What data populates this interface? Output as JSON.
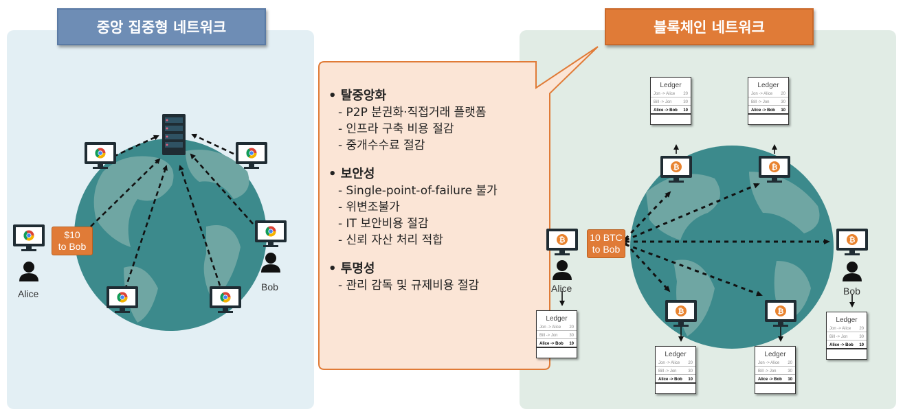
{
  "left": {
    "title": "중앙 집중형 네트워크",
    "alice_label": "Alice",
    "bob_label": "Bob",
    "payment_tag": [
      "$10",
      "to Bob"
    ]
  },
  "right": {
    "title": "블록체인 네트워크",
    "alice_label": "Alice",
    "bob_label": "Bob",
    "payment_tag": [
      "10 BTC",
      "to Bob"
    ],
    "ledger": {
      "title": "Ledger",
      "rows": [
        {
          "text": "Jon -> Alice",
          "amount": "20"
        },
        {
          "text": "Bill -> Jon",
          "amount": "30"
        },
        {
          "text": "Alice -> Bob",
          "amount": "10"
        }
      ]
    }
  },
  "callout": {
    "sections": [
      {
        "heading": "탈중앙화",
        "items": [
          "- P2P 분권화·직접거래 플랫폼",
          "- 인프라 구축 비용 절감",
          "- 중개수수료 절감"
        ]
      },
      {
        "heading": "보안성",
        "items": [
          "- Single-point-of-failure 불가",
          "- 위변조불가",
          "- IT 보안비용 절감",
          "- 신뢰 자산 처리 적합"
        ]
      },
      {
        "heading": "투명성",
        "items": [
          "- 관리 감독 및 규제비용 절감"
        ]
      }
    ]
  },
  "colors": {
    "left_panel": "#e3eff4",
    "right_panel": "#e1ece5",
    "left_title": "#6e8db5",
    "right_title": "#e07b37",
    "globe_ocean": "#3c8a8c",
    "globe_land": "#6fa6a3",
    "callout_fill": "#fbe5d6",
    "callout_border": "#e07b37"
  }
}
